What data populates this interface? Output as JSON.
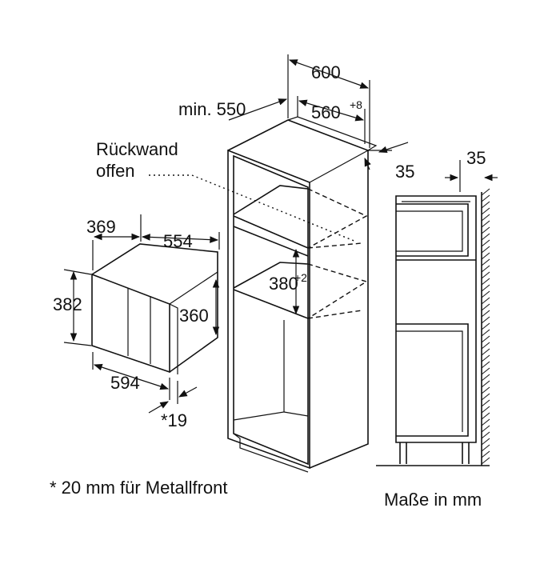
{
  "labels": {
    "dim_600": "600",
    "dim_min550": "min. 550",
    "dim_560": "560",
    "dim_560_tol": "+8",
    "dim_35_cab": "35",
    "rueckwand_1": "Rückwand",
    "rueckwand_2": "offen",
    "dim_369": "369",
    "dim_554": "554",
    "dim_382": "382",
    "dim_360": "360",
    "dim_380": "380",
    "dim_380_tol": "+2",
    "dim_594": "594",
    "dim_19": "*19",
    "dim_35_side": "35"
  },
  "footer": {
    "note": "* 20 mm für Metallfront",
    "units": "Maße in mm"
  }
}
